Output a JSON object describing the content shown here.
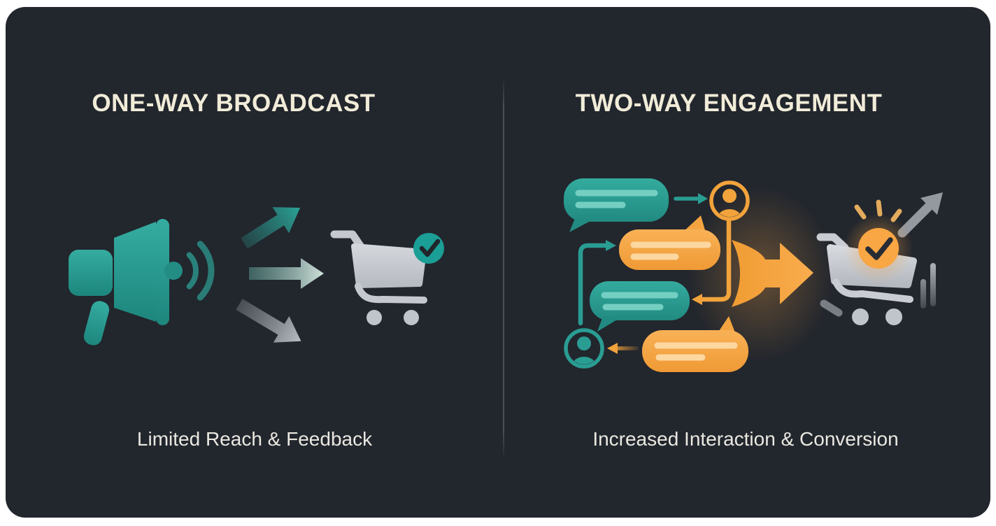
{
  "left": {
    "title": "ONE-WAY BROADCAST",
    "caption": "Limited Reach & Feedback",
    "icons": [
      "megaphone-icon",
      "sound-waves-icon",
      "broadcast-arrow-top-icon",
      "broadcast-arrow-middle-icon",
      "broadcast-arrow-bottom-icon",
      "shopping-cart-icon",
      "check-badge-icon"
    ]
  },
  "right": {
    "title": "TWO-WAY ENGAGEMENT",
    "caption": "Increased Interaction & Conversion",
    "icons": [
      "chat-bubble-teal-icon",
      "chat-bubble-orange-icon",
      "user-avatar-orange-icon",
      "user-avatar-teal-icon",
      "reply-arrow-icon",
      "conversion-arrow-icon",
      "shopping-cart-icon",
      "check-badge-icon",
      "growth-arrow-icon",
      "sparkle-rays-icon"
    ]
  },
  "colors": {
    "bg": "#22262d",
    "frame": "#ffffff",
    "cream": "#f1ecd8",
    "textLight": "#eae8e1",
    "divider": "#4b5057",
    "teal": "#2a9d93",
    "tealDeep": "#1f867d",
    "tealLight": "#74cfc2",
    "orange": "#f5a343",
    "orangeLight": "#fcd7a0",
    "cartGray": "#c6cacf",
    "grayMid": "#9aa0a7",
    "checkDark": "#22262d"
  }
}
